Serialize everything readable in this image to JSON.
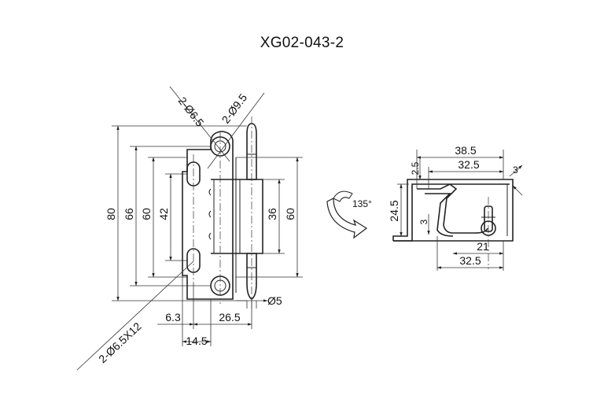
{
  "title": "XG02-043-2",
  "front_view": {
    "holes_label": "2-Ø6.5",
    "countersink_label": "2-Ø9.5",
    "slots_label": "2-Ø6.5X12",
    "pin_label": "Ø5",
    "height_overall": "80",
    "height_66": "66",
    "height_60_left": "60",
    "height_42": "42",
    "height_36": "36",
    "height_60_right": "60",
    "width_6_3": "6.3",
    "width_26_5": "26.5",
    "width_14_5": "14.5"
  },
  "side_view": {
    "rotation_label": "135°",
    "dim_38_5": "38.5",
    "dim_32_5_top": "32.5",
    "dim_2_5": "2.5",
    "dim_3_right": "3",
    "dim_24_5": "24.5",
    "dim_3_left": "3",
    "dim_21": "21",
    "dim_32_5_bottom": "32.5"
  }
}
